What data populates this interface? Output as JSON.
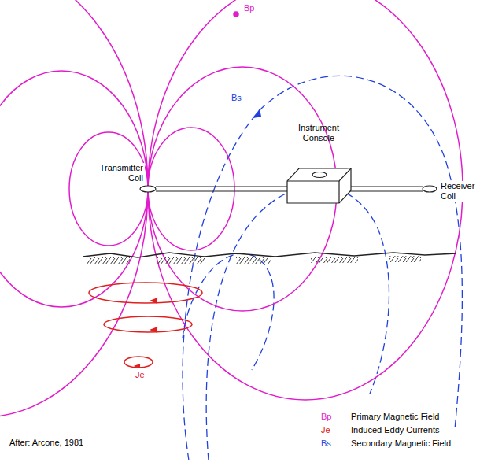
{
  "diagram": {
    "nodes": [
      {
        "text": [
          "Instrument Console"
        ]
      }
    ],
    "edges": [],
    "labels": [
      "Bp",
      "Bs",
      "Je",
      "Transmitter Coil",
      "Receiver Coil",
      "After: Arcone, 1981",
      "Bp",
      "Je",
      "Bs"
    ],
    "legend": [
      {
        "text": "Primary Magnetic Field",
        "color": "#e01ccc"
      },
      {
        "text": "Induced Eddy Currents",
        "color": "#e02020"
      },
      {
        "text": "Secondary Magnetic Field",
        "color": "#2040e0"
      }
    ]
  }
}
